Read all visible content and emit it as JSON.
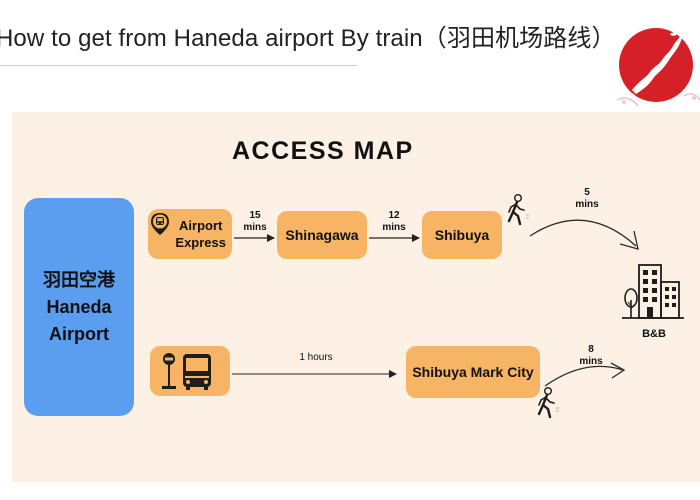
{
  "page_title": "How to get from Haneda airport By train（羽田机场路线）",
  "map_title": "ACCESS  MAP",
  "origin": {
    "line1": "羽田空港",
    "line2": "Haneda",
    "line3": "Airport"
  },
  "route1": {
    "mode": {
      "line1": "Airport",
      "line2": "Express"
    },
    "leg1": {
      "num": "15",
      "unit": "mins"
    },
    "stop1": "Shinagawa",
    "leg2": {
      "num": "12",
      "unit": "mins"
    },
    "stop2": "Shibuya",
    "walk": {
      "num": "5",
      "unit": "mins"
    }
  },
  "route2": {
    "leg1": "1 hours",
    "stop1": "Shibuya Mark City",
    "walk": {
      "num": "8",
      "unit": "mins"
    }
  },
  "destination": "B&B",
  "colors": {
    "orange": "#f6b464",
    "blue": "#5b9ef0",
    "panel": "#fdf1e6",
    "logo_red": "#d62027",
    "icon_dark": "#1d1d1d"
  },
  "icons": [
    "train-icon",
    "bus-icon",
    "walking-person-icon",
    "hotel-building-icon",
    "japan-map-logo"
  ]
}
